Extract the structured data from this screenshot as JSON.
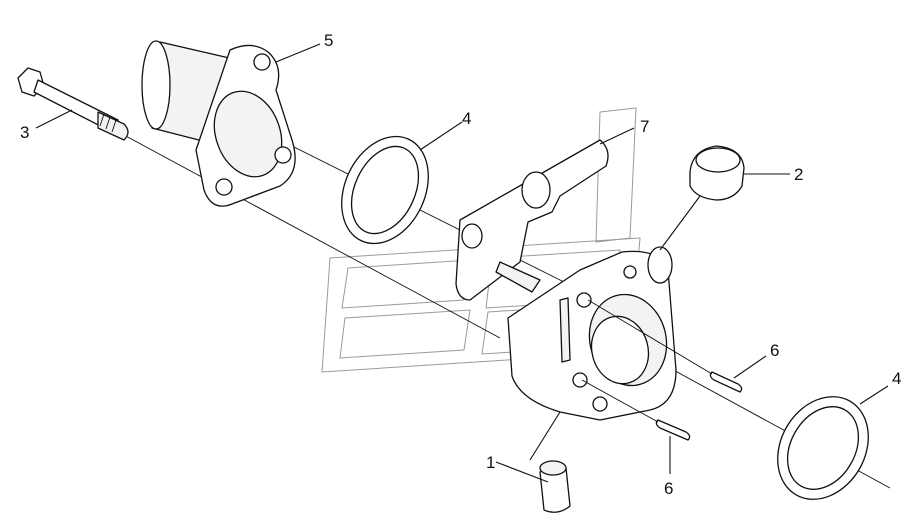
{
  "diagram": {
    "callouts": [
      {
        "id": "c1",
        "label": "1"
      },
      {
        "id": "c2",
        "label": "2"
      },
      {
        "id": "c3",
        "label": "3"
      },
      {
        "id": "c4a",
        "label": "4"
      },
      {
        "id": "c4b",
        "label": "4"
      },
      {
        "id": "c5",
        "label": "5"
      },
      {
        "id": "c6a",
        "label": "6"
      },
      {
        "id": "c6b",
        "label": "6"
      },
      {
        "id": "c7",
        "label": "7"
      }
    ]
  }
}
